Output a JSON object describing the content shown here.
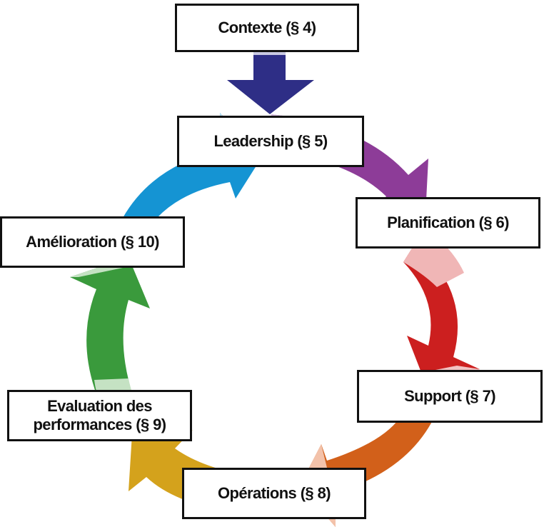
{
  "steps": [
    {
      "id": "contexte",
      "label": "Contexte (§ 4)"
    },
    {
      "id": "leadership",
      "label": "Leadership (§ 5)"
    },
    {
      "id": "planification",
      "label": "Planification (§ 6)"
    },
    {
      "id": "support",
      "label": "Support (§ 7)"
    },
    {
      "id": "operations",
      "label": "Opérations (§ 8)"
    },
    {
      "id": "evaluation",
      "label": "Evaluation des\nperformances (§ 9)"
    },
    {
      "id": "amelioration",
      "label": "Amélioration (§ 10)"
    }
  ],
  "colors": {
    "contexte_arrow": "#2e2e86",
    "leadership_to_planification": "#8d3c98",
    "planification_to_support": "#cc1f1f",
    "support_to_operations": "#d2601a",
    "operations_to_evaluation": "#d4a21c",
    "evaluation_to_amelioration": "#3a9a3c",
    "amelioration_to_leadership": "#1594d3",
    "box_border": "#111111"
  }
}
